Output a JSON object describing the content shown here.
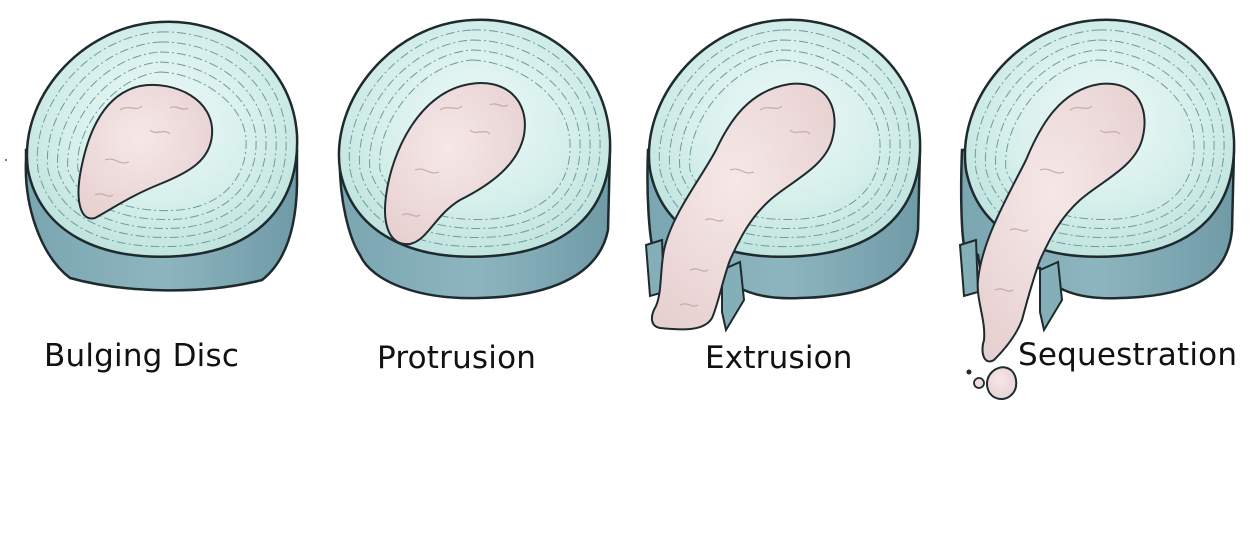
{
  "stages": [
    {
      "label": "Bulging Disc"
    },
    {
      "label": "Protrusion"
    },
    {
      "label": "Extrusion"
    },
    {
      "label": "Sequestration"
    }
  ],
  "colors": {
    "annulus_top": "#cfece8",
    "annulus_center": "#e6f6f3",
    "annulus_side": "#84aeb8",
    "annulus_side_dark": "#6f9aa6",
    "nucleus": "#efdcdc",
    "nucleus_shade": "#d9bdbd",
    "outline": "#1e2a2e",
    "ring_line": "#6d9c9c"
  }
}
